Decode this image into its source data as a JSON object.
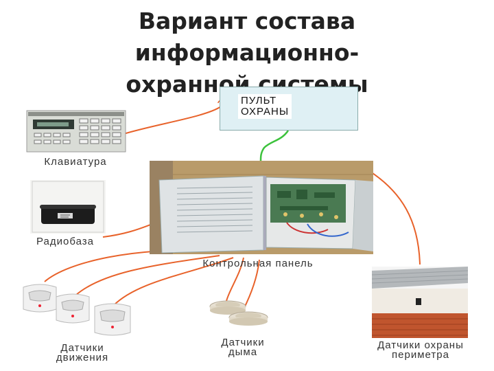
{
  "title": {
    "line1": "Вариант состава информационно-",
    "line2": "охранной системы"
  },
  "pult": {
    "line1": "ПУЛЬТ",
    "line2": "ОХРАНЫ"
  },
  "captions": {
    "keypad": "Клавиатура",
    "radiobase": "Радиобаза",
    "control_panel": "Контрольная панель",
    "motion_1": "Датчики",
    "motion_2": "движения",
    "smoke_1": "Датчики",
    "smoke_2": "дыма",
    "perimeter_1": "Датчики охраны",
    "perimeter_2": "периметра"
  },
  "colors": {
    "wire": "#e8622a",
    "wire_green": "#3cc23c"
  }
}
